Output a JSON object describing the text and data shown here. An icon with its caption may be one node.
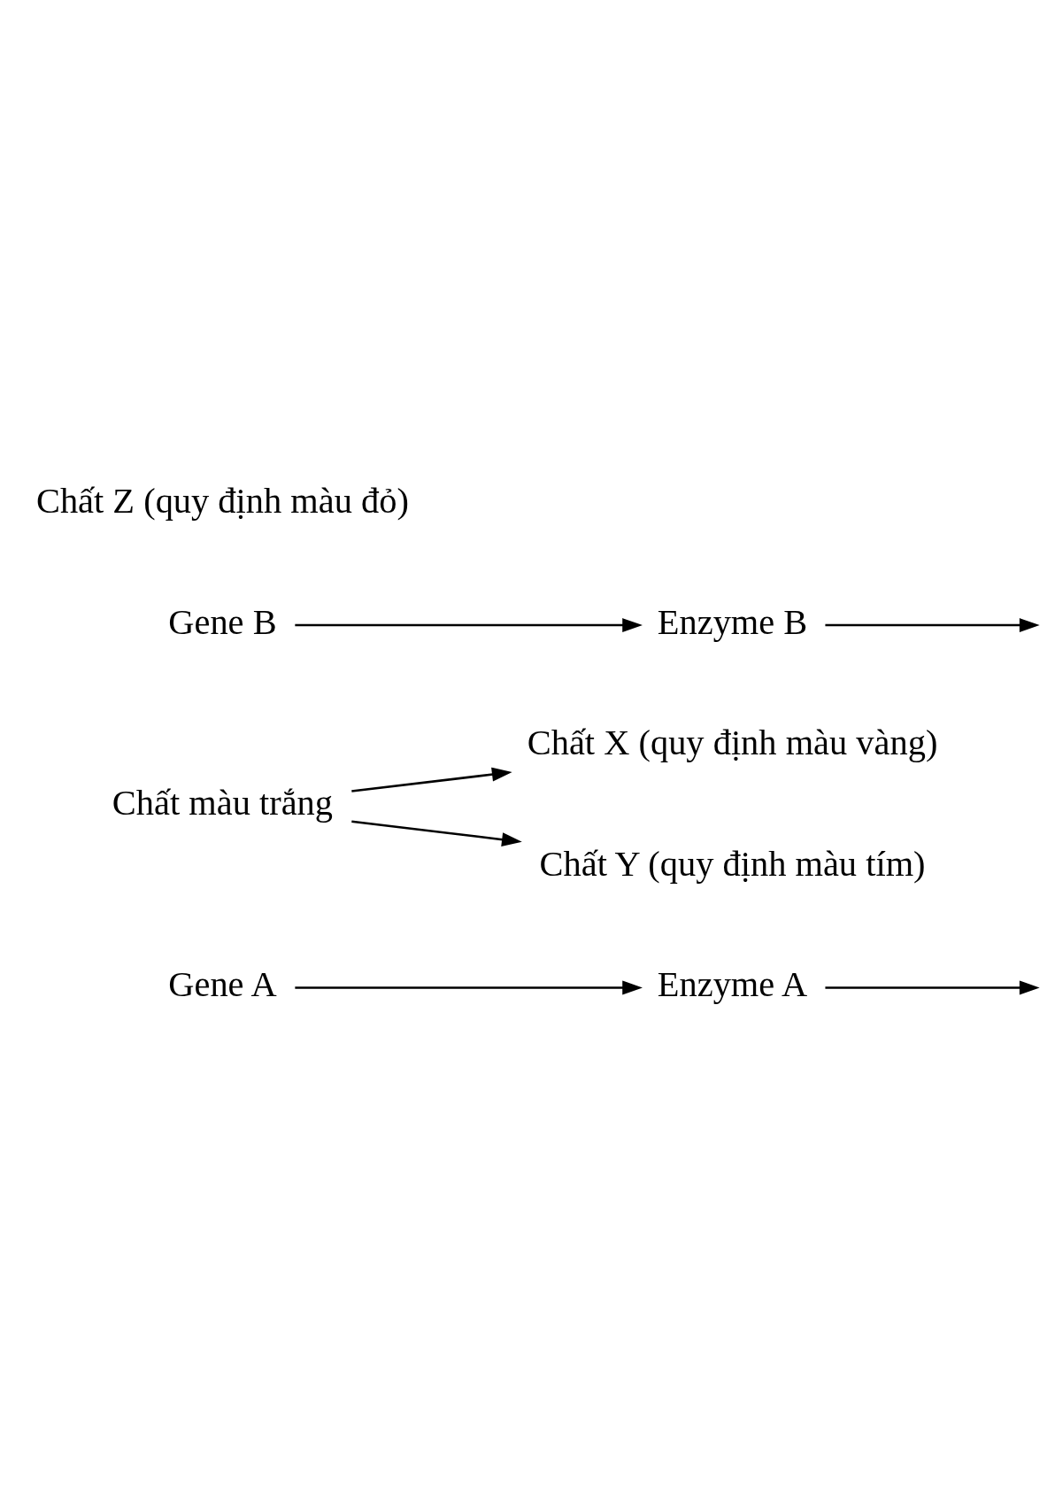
{
  "diagram": {
    "nodes": [
      {
        "text": [
          "Gene A"
        ]
      },
      {
        "text": [
          "Enzyme A"
        ]
      },
      {
        "text": [
          "Chất màu trắng"
        ]
      },
      {
        "text": [
          "Chất X (quy định màu vàng)"
        ]
      },
      {
        "text": [
          "Chất Y (quy định màu tím)"
        ]
      },
      {
        "text": [
          "Enzyme B"
        ]
      },
      {
        "text": [
          "Gene B"
        ]
      }
    ],
    "edges": [
      {
        "from": 0,
        "to": 1,
        "arrow": "to"
      },
      {
        "from": 1,
        "to": null,
        "arrow": "to"
      },
      {
        "from": 2,
        "to": 3,
        "arrow": "to"
      },
      {
        "from": 2,
        "to": 4,
        "arrow": "to"
      },
      {
        "from": 6,
        "to": 5,
        "arrow": "to"
      },
      {
        "from": 5,
        "to": null,
        "arrow": "to"
      }
    ],
    "labels": [
      "Chất Z (quy định màu đỏ)"
    ]
  }
}
